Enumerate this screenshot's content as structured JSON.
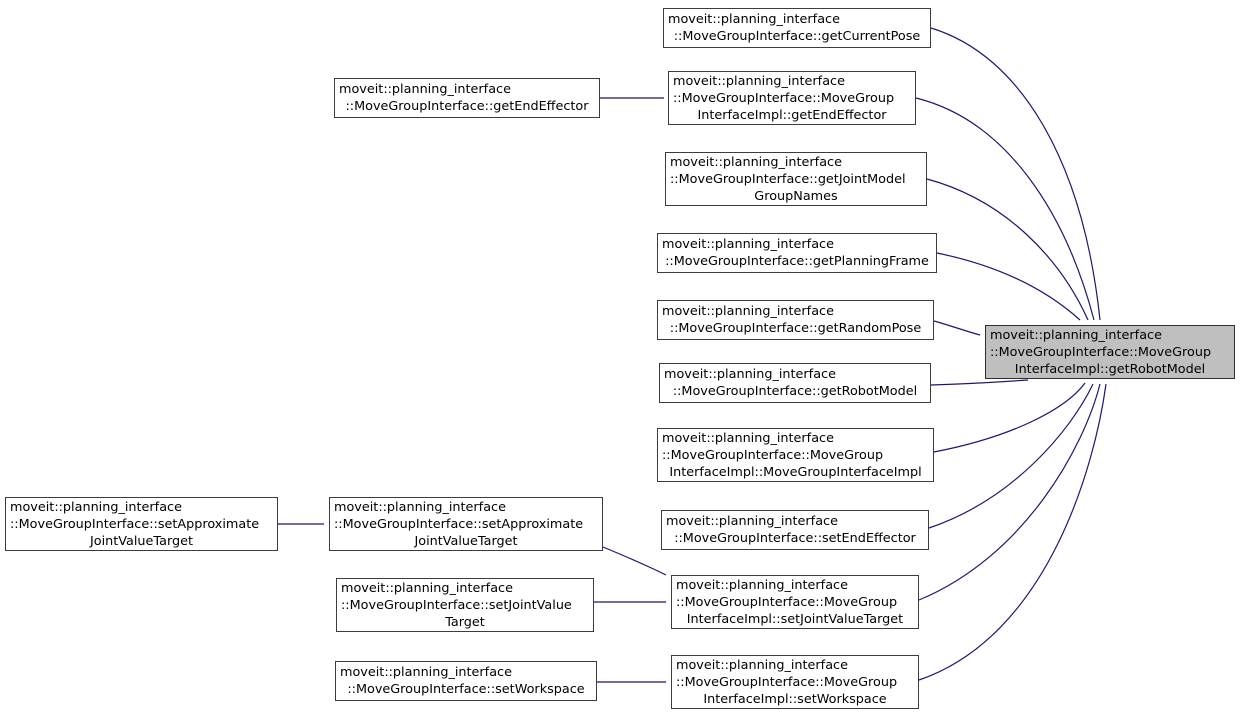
{
  "diagram": {
    "type": "doxygen-call-graph",
    "background_color": "#ffffff",
    "edge_color": "#191970",
    "node_fill": "#ffffff",
    "node_border_color": "#3c3c3c",
    "highlight_fill": "#bfbfbf",
    "text_color": "#000000"
  },
  "nodes": [
    {
      "id": "get-current-pose",
      "lines": [
        "moveit::planning_interface",
        "::MoveGroupInterface::getCurrentPose"
      ],
      "highlighted": false
    },
    {
      "id": "get-end-effector",
      "lines": [
        "moveit::planning_interface",
        "::MoveGroupInterface::getEndEffector"
      ],
      "highlighted": false
    },
    {
      "id": "get-end-effector-impl",
      "lines": [
        "moveit::planning_interface",
        "::MoveGroupInterface::MoveGroup",
        "InterfaceImpl::getEndEffector"
      ],
      "highlighted": false
    },
    {
      "id": "get-joint-model-group-names",
      "lines": [
        "moveit::planning_interface",
        "::MoveGroupInterface::getJointModel",
        "GroupNames"
      ],
      "highlighted": false
    },
    {
      "id": "get-planning-frame",
      "lines": [
        "moveit::planning_interface",
        "::MoveGroupInterface::getPlanningFrame"
      ],
      "highlighted": false
    },
    {
      "id": "get-random-pose",
      "lines": [
        "moveit::planning_interface",
        "::MoveGroupInterface::getRandomPose"
      ],
      "highlighted": false
    },
    {
      "id": "get-robot-model",
      "lines": [
        "moveit::planning_interface",
        "::MoveGroupInterface::getRobotModel"
      ],
      "highlighted": false
    },
    {
      "id": "move-group-interface-impl-ctor",
      "lines": [
        "moveit::planning_interface",
        "::MoveGroupInterface::MoveGroup",
        "InterfaceImpl::MoveGroupInterfaceImpl"
      ],
      "highlighted": false
    },
    {
      "id": "set-end-effector",
      "lines": [
        "moveit::planning_interface",
        "::MoveGroupInterface::setEndEffector"
      ],
      "highlighted": false
    },
    {
      "id": "set-approximate-joint-value-target-outer",
      "lines": [
        "moveit::planning_interface",
        "::MoveGroupInterface::setApproximate",
        "JointValueTarget"
      ],
      "highlighted": false
    },
    {
      "id": "set-approximate-joint-value-target",
      "lines": [
        "moveit::planning_interface",
        "::MoveGroupInterface::setApproximate",
        "JointValueTarget"
      ],
      "highlighted": false
    },
    {
      "id": "set-joint-value-target",
      "lines": [
        "moveit::planning_interface",
        "::MoveGroupInterface::setJointValue",
        "Target"
      ],
      "highlighted": false
    },
    {
      "id": "set-joint-value-target-impl",
      "lines": [
        "moveit::planning_interface",
        "::MoveGroupInterface::MoveGroup",
        "InterfaceImpl::setJointValueTarget"
      ],
      "highlighted": false
    },
    {
      "id": "set-workspace",
      "lines": [
        "moveit::planning_interface",
        "::MoveGroupInterface::setWorkspace"
      ],
      "highlighted": false
    },
    {
      "id": "set-workspace-impl",
      "lines": [
        "moveit::planning_interface",
        "::MoveGroupInterface::MoveGroup",
        "InterfaceImpl::setWorkspace"
      ],
      "highlighted": false
    },
    {
      "id": "get-robot-model-impl",
      "lines": [
        "moveit::planning_interface",
        "::MoveGroupInterface::MoveGroup",
        "InterfaceImpl::getRobotModel"
      ],
      "highlighted": true
    }
  ],
  "edges": [
    {
      "from": "get-current-pose",
      "to": "get-robot-model-impl"
    },
    {
      "from": "get-end-effector",
      "to": "get-end-effector-impl"
    },
    {
      "from": "get-end-effector-impl",
      "to": "get-robot-model-impl"
    },
    {
      "from": "get-joint-model-group-names",
      "to": "get-robot-model-impl"
    },
    {
      "from": "get-planning-frame",
      "to": "get-robot-model-impl"
    },
    {
      "from": "get-random-pose",
      "to": "get-robot-model-impl"
    },
    {
      "from": "get-robot-model",
      "to": "get-robot-model-impl"
    },
    {
      "from": "move-group-interface-impl-ctor",
      "to": "get-robot-model-impl"
    },
    {
      "from": "set-end-effector",
      "to": "get-robot-model-impl"
    },
    {
      "from": "set-approximate-joint-value-target-outer",
      "to": "set-approximate-joint-value-target"
    },
    {
      "from": "set-approximate-joint-value-target",
      "to": "set-joint-value-target-impl"
    },
    {
      "from": "set-joint-value-target",
      "to": "set-joint-value-target-impl"
    },
    {
      "from": "set-joint-value-target-impl",
      "to": "get-robot-model-impl"
    },
    {
      "from": "set-workspace",
      "to": "set-workspace-impl"
    },
    {
      "from": "set-workspace-impl",
      "to": "get-robot-model-impl"
    }
  ]
}
